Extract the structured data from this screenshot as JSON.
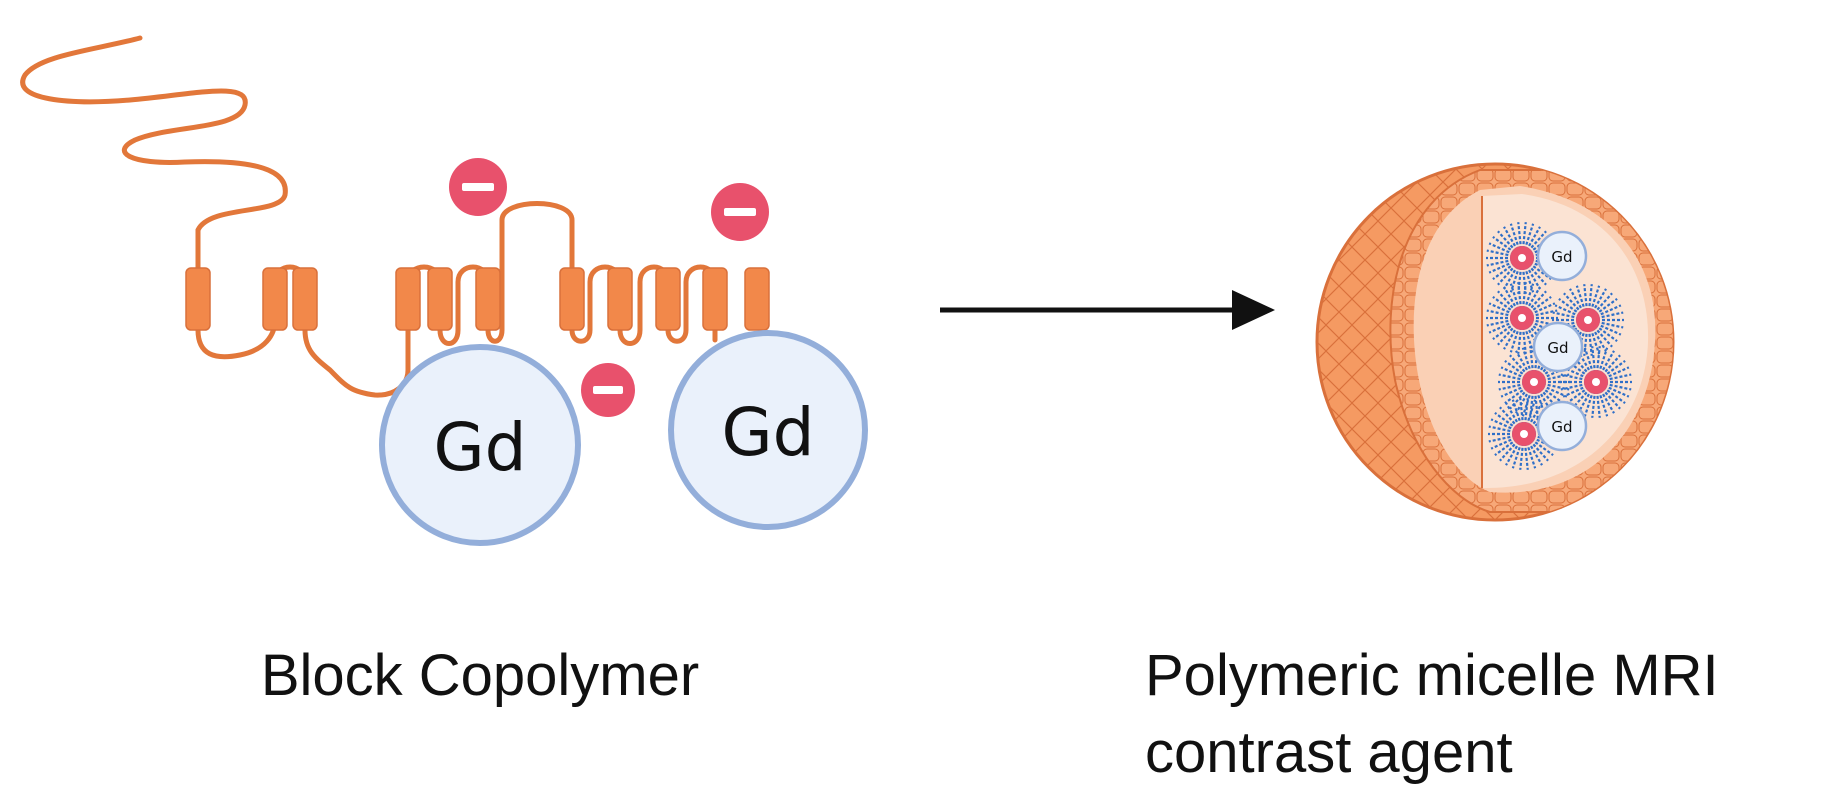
{
  "colors": {
    "polymer": "#E2773A",
    "segment": "#F2884A",
    "charge": "#E8516C",
    "gd_fill": "#EAF1FB",
    "gd_stroke": "#93AEDA",
    "shell_outer": "#F59A62",
    "shell_inner": "#FAD0B5",
    "micelle_blue": "#2F6FC8",
    "core_red": "#E8516C",
    "arrow": "#111111"
  },
  "labels": {
    "gd": "Gd",
    "left_caption": "Block Copolymer",
    "right_caption_line1": "Polymeric micelle MRI",
    "right_caption_line2": "contrast agent"
  },
  "icons": {
    "negative_charge": "minus-charge-icon",
    "arrow": "arrow-right-icon"
  }
}
